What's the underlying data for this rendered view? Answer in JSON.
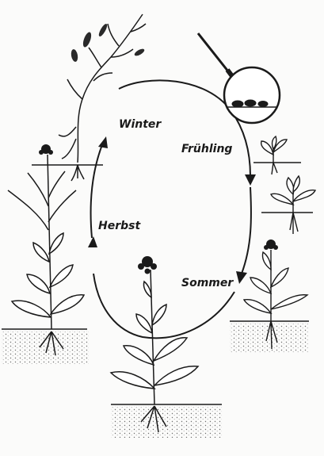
{
  "diagram": {
    "cycle_labels": {
      "winter": "Winter",
      "fruehling": "Frühling",
      "sommer": "Sommer",
      "herbst": "Herbst"
    },
    "colors": {
      "ink": "#1a1a1a",
      "paper": "#fbfbfa",
      "soil": "#6e6e6e"
    }
  }
}
